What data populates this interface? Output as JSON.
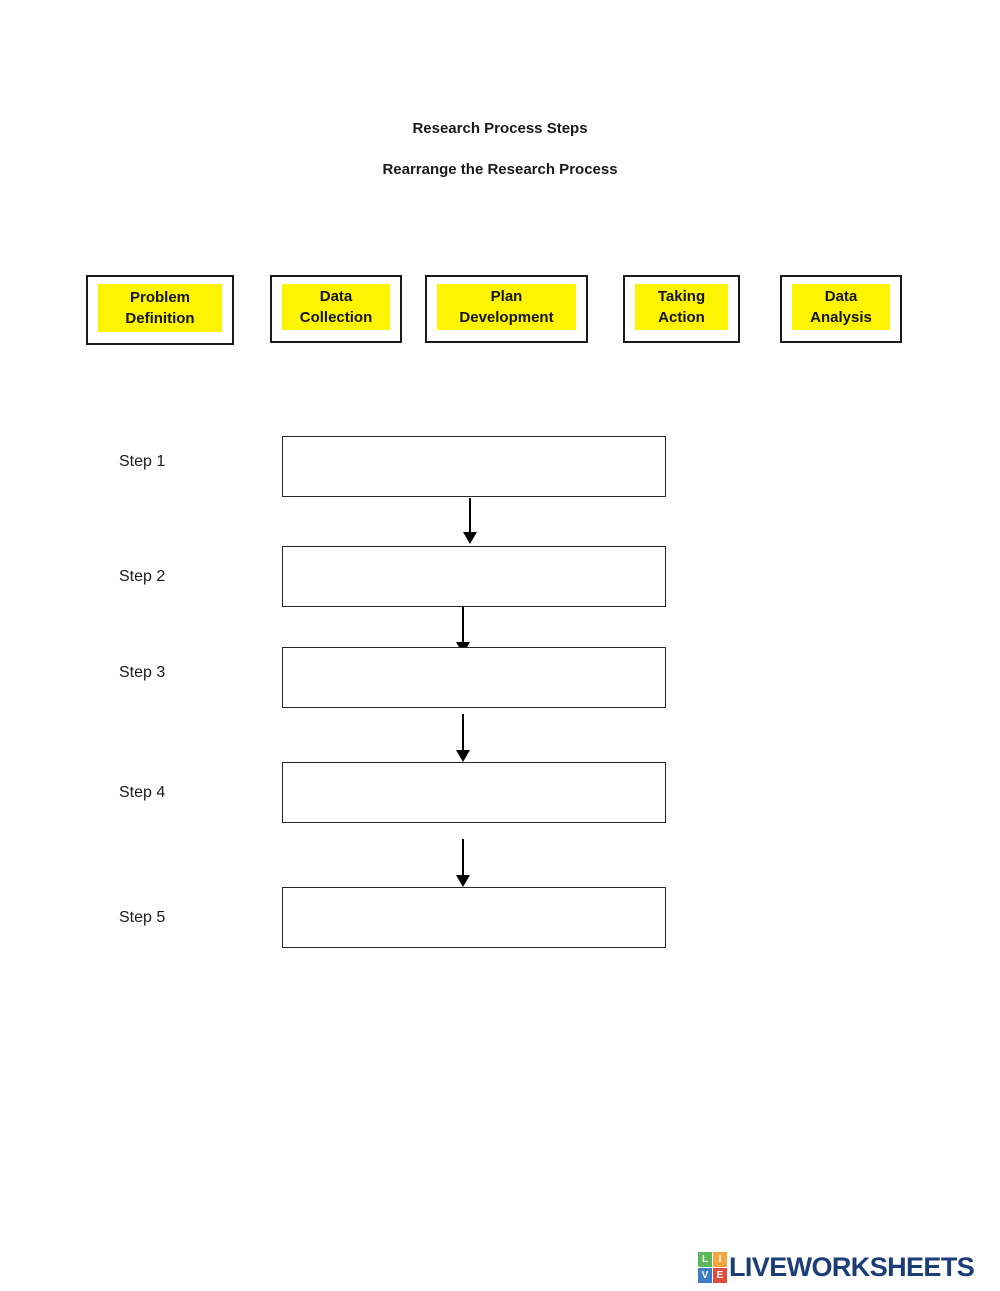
{
  "page": {
    "title": "Research Process Steps",
    "subtitle": "Rearrange the Research Process"
  },
  "word_bank": {
    "highlight_color": "#fcf400",
    "items": [
      {
        "line1": "Problem",
        "line2": "Definition"
      },
      {
        "line1": "Data",
        "line2": "Collection"
      },
      {
        "line1": "Plan",
        "line2": "Development"
      },
      {
        "line1": "Taking",
        "line2": "Action"
      },
      {
        "line1": "Data",
        "line2": "Analysis"
      }
    ]
  },
  "steps": [
    {
      "label": "Step 1",
      "value": ""
    },
    {
      "label": "Step 2",
      "value": ""
    },
    {
      "label": "Step 3",
      "value": ""
    },
    {
      "label": "Step 4",
      "value": ""
    },
    {
      "label": "Step 5",
      "value": ""
    }
  ],
  "footer": {
    "brand": "LIVEWORKSHEETS",
    "brand_color": "#1c3e78",
    "logo_letters": {
      "tl": "L",
      "tr": "I",
      "bl": "V",
      "br": "E"
    },
    "logo_colors": {
      "l": "#5cb85c",
      "i": "#f2a63c",
      "v": "#3d7cc9",
      "e": "#e04c3c"
    }
  }
}
